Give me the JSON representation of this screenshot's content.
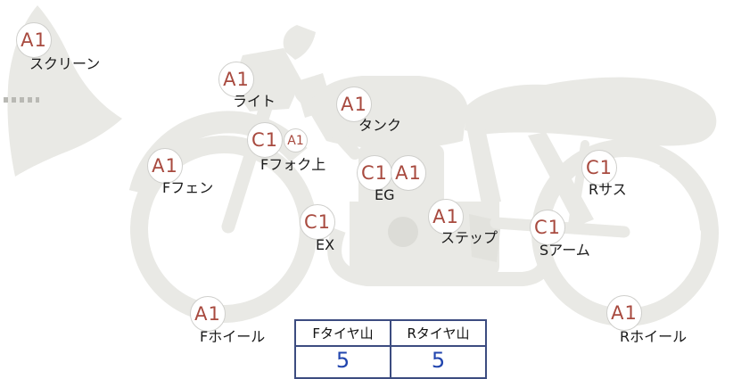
{
  "colors": {
    "grade_text": "#a84a3f",
    "badge_border": "#cfcfcc",
    "bike_fill": "#e9e9e5",
    "label_text": "#1a1a1a",
    "table_border": "#3c4c80",
    "tire_value_text": "#2145ae"
  },
  "parts": [
    {
      "id": "screen",
      "grade": "A1",
      "label": "スクリーン"
    },
    {
      "id": "light",
      "grade": "A1",
      "label": "ライト"
    },
    {
      "id": "tank",
      "grade": "A1",
      "label": "タンク"
    },
    {
      "id": "front-fork-upper",
      "grade": "C1",
      "sub_grade": "A1",
      "label": "Fフォク上"
    },
    {
      "id": "front-fender",
      "grade": "A1",
      "label": "Fフェン"
    },
    {
      "id": "engine",
      "grade": "C1",
      "grade2": "A1",
      "label": "EG"
    },
    {
      "id": "exhaust",
      "grade": "C1",
      "label": "EX"
    },
    {
      "id": "step",
      "grade": "A1",
      "label": "ステップ"
    },
    {
      "id": "rear-suspension",
      "grade": "C1",
      "label": "Rサス"
    },
    {
      "id": "swing-arm",
      "grade": "C1",
      "label": "Sアーム"
    },
    {
      "id": "front-wheel",
      "grade": "A1",
      "label": "Fホイール"
    },
    {
      "id": "rear-wheel",
      "grade": "A1",
      "label": "Rホイール"
    }
  ],
  "tire_table": {
    "front_header": "Fタイヤ山",
    "rear_header": "Rタイヤ山",
    "front_value": "5",
    "rear_value": "5"
  }
}
